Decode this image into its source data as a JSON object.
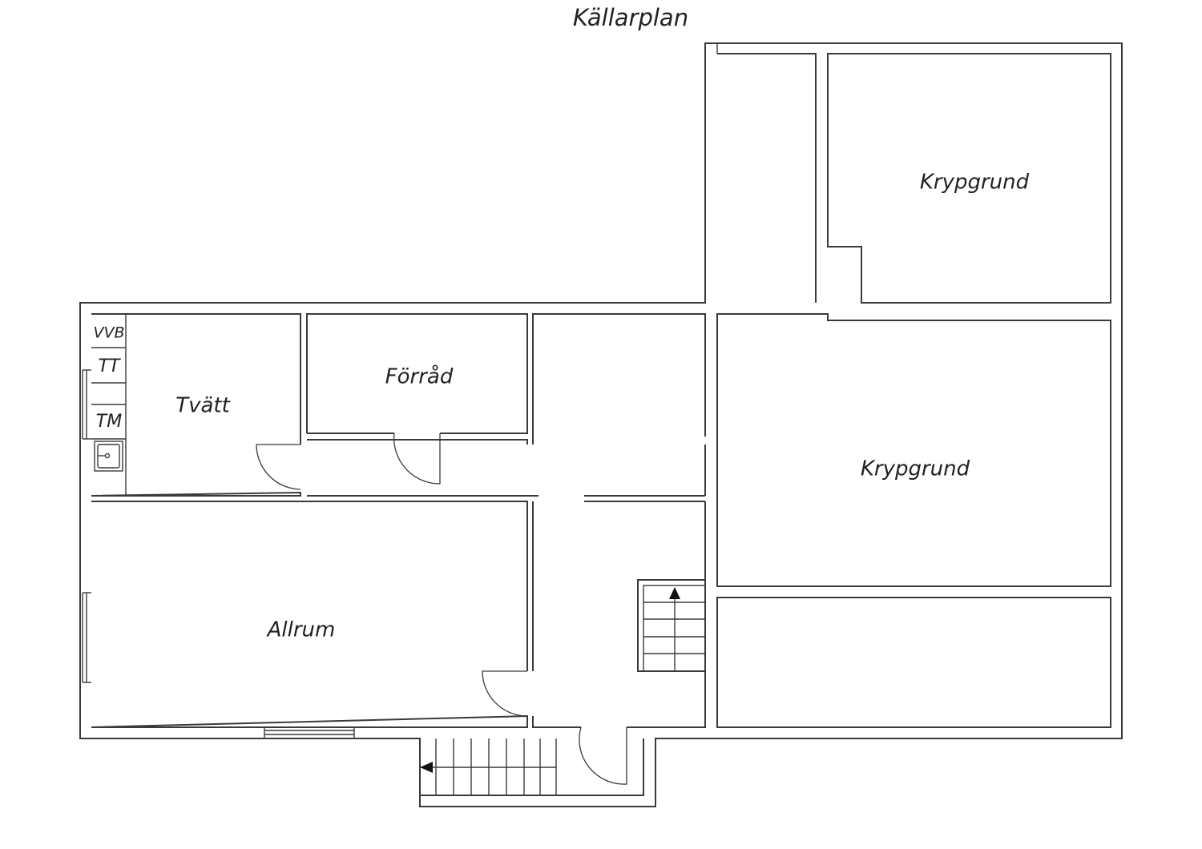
{
  "title": "Källarplan",
  "rooms": {
    "krypgrund_upper": "Krypgrund",
    "krypgrund_lower": "Krypgrund",
    "tvatt": "Tvätt",
    "forrad": "Förråd",
    "allrum": "Allrum"
  },
  "fixtures": {
    "vvb": "VVB",
    "tt": "TT",
    "tm": "TM"
  },
  "colors": {
    "line": "#3a3a3a",
    "text": "#222222",
    "background": "#ffffff"
  }
}
